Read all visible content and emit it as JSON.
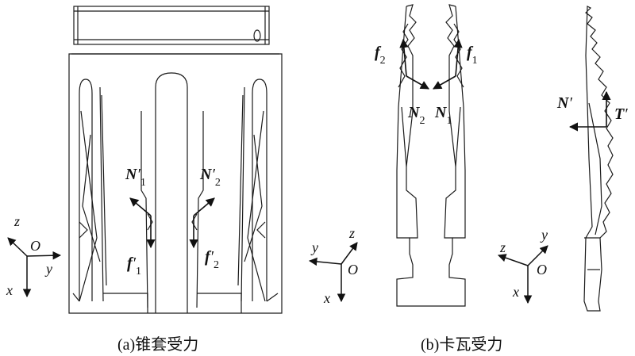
{
  "captions": {
    "left": "(a)锥套受力",
    "right": "(b)卡瓦受力"
  },
  "labels": {
    "N1p": {
      "main": "N",
      "prime": "′",
      "sub": "1"
    },
    "N2p": {
      "main": "N",
      "prime": "′",
      "sub": "2"
    },
    "f1p": {
      "main": "f",
      "prime": "′",
      "sub": "1"
    },
    "f2p": {
      "main": "f",
      "prime": "′",
      "sub": "2"
    },
    "f1": {
      "main": "f",
      "sub": "1"
    },
    "f2": {
      "main": "f",
      "sub": "2"
    },
    "N1": {
      "main": "N",
      "sub": "1"
    },
    "N2": {
      "main": "N",
      "sub": "2"
    },
    "Np": {
      "main": "N",
      "prime": "′"
    },
    "Tp": {
      "main": "T",
      "prime": "′"
    }
  },
  "axes": {
    "left": {
      "z": "z",
      "y": "y",
      "x": "x",
      "o": "O"
    },
    "middle": {
      "z": "z",
      "y": "y",
      "x": "x",
      "o": "O"
    },
    "right": {
      "z": "z",
      "y": "y",
      "x": "x",
      "o": "O"
    }
  },
  "colors": {
    "line": "#1a1a1a",
    "background": "#ffffff"
  }
}
